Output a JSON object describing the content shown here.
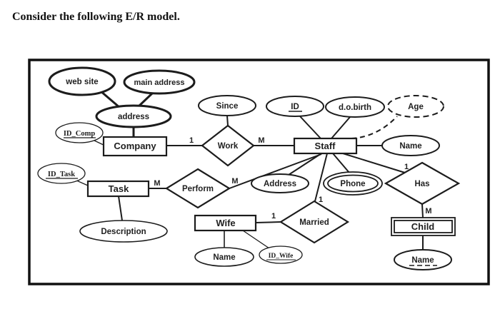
{
  "title": "Consider the following E/R model.",
  "diagram": {
    "entities": {
      "company": {
        "label": "Company"
      },
      "staff": {
        "label": "Staff"
      },
      "task": {
        "label": "Task"
      },
      "wife": {
        "label": "Wife"
      },
      "child": {
        "label": "Child",
        "type": "weak"
      }
    },
    "relationships": {
      "work": {
        "label": "Work"
      },
      "perform": {
        "label": "Perform"
      },
      "married": {
        "label": "Married"
      },
      "has": {
        "label": "Has"
      }
    },
    "attributes": {
      "web_site": {
        "label": "web site"
      },
      "main_address": {
        "label": "main address"
      },
      "address_comp": {
        "label": "address",
        "type": "composite"
      },
      "id_comp": {
        "label": "ID_Comp",
        "type": "key"
      },
      "since": {
        "label": "Since"
      },
      "id": {
        "label": "ID",
        "type": "key"
      },
      "dob": {
        "label": "d.o.birth"
      },
      "age": {
        "label": "Age",
        "type": "derived"
      },
      "name_staff": {
        "label": "Name"
      },
      "address_staff": {
        "label": "Address"
      },
      "phone": {
        "label": "Phone",
        "type": "multivalued"
      },
      "id_task": {
        "label": "ID_Task",
        "type": "key"
      },
      "description": {
        "label": "Description"
      },
      "name_wife": {
        "label": "Name"
      },
      "id_wife": {
        "label": "ID_Wife",
        "type": "key"
      },
      "name_child": {
        "label": "Name",
        "type": "partial-key"
      }
    },
    "cardinalities": {
      "company_work": "1",
      "work_staff": "M",
      "task_perform": "M",
      "perform_staff": "M",
      "staff_has": "1",
      "has_child": "M",
      "staff_married": "1",
      "wife_married": "1"
    }
  }
}
